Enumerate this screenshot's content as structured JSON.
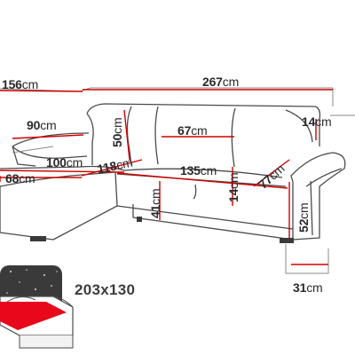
{
  "dimensions": {
    "total_depth": {
      "value": "156",
      "unit": "cm"
    },
    "total_width": {
      "value": "267",
      "unit": "cm"
    },
    "chaise_seat_depth": {
      "value": "90",
      "unit": "cm"
    },
    "backrest_height": {
      "value": "50",
      "unit": "cm"
    },
    "cushion_width": {
      "value": "67",
      "unit": "cm"
    },
    "back_depth": {
      "value": "14",
      "unit": "cm"
    },
    "chaise_length": {
      "value": "100",
      "unit": "cm"
    },
    "seat_edge": {
      "value": "118",
      "unit": "cm"
    },
    "seat_width": {
      "value": "135",
      "unit": "cm"
    },
    "seat_front_height": {
      "value": "14",
      "unit": "cm"
    },
    "seat_depth": {
      "value": "77",
      "unit": "cm"
    },
    "chaise_width": {
      "value": "68",
      "unit": "cm"
    },
    "seat_height": {
      "value": "41",
      "unit": "cm"
    },
    "armrest_height": {
      "value": "52",
      "unit": "cm"
    },
    "armrest_width": {
      "value": "31",
      "unit": "cm"
    }
  },
  "bed": {
    "size": "203x130"
  },
  "colors": {
    "line": "#d10000",
    "outline": "#4a4a4a",
    "bed_fill": "#e8071b",
    "storage": "#3a3a3a"
  }
}
